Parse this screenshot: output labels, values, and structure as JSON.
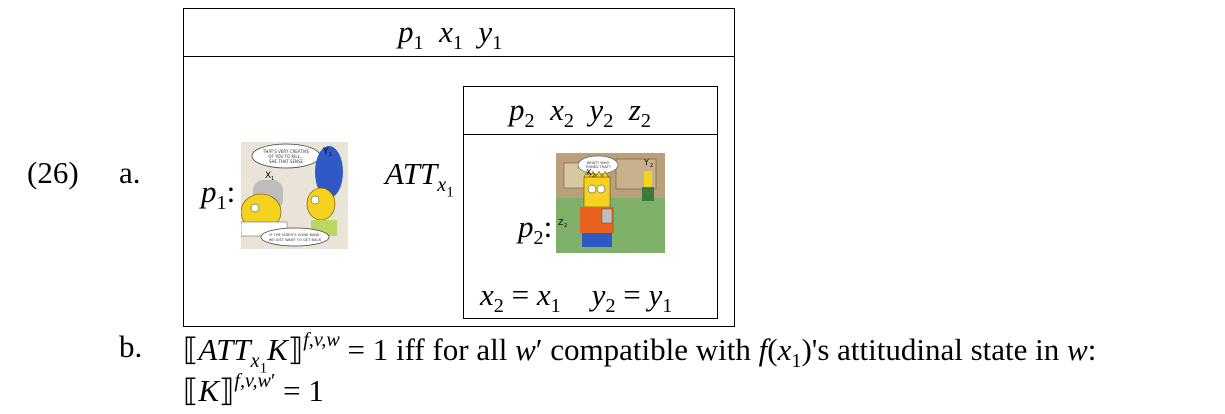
{
  "example_number": "(26)",
  "item_a_label": "a.",
  "item_b_label": "b.",
  "outer_box": {
    "header": [
      "p",
      "1",
      "x",
      "1",
      "y",
      "1"
    ],
    "picture_label": "p",
    "picture_label_sub": "1",
    "att_label": "ATT",
    "att_sub": "x",
    "att_sub_sub": "1"
  },
  "inner_box": {
    "header": [
      "p",
      "2",
      "x",
      "2",
      "y",
      "2",
      "z",
      "2"
    ],
    "picture_label": "p",
    "picture_label_sub": "2",
    "conditions": [
      "x",
      "2",
      "=",
      "x",
      "1",
      "y",
      "2",
      "=",
      "y",
      "1"
    ]
  },
  "comic1": {
    "speech_top": "THAT'S VERY CREATIVE OF YOU TO KILL KNOCKIN' SHE THAT SENSE...",
    "speech_bottom": "IF THE VIDEO'S GONE BADE, WE JUST WANT TO GET BACK ON THE...",
    "tag_x": "X",
    "tag_x_sub": "1",
    "tag_y": "Y",
    "tag_y_sub": "1"
  },
  "comic2": {
    "speech": "WHAT? WHO THINKS THAT?",
    "tag_x": "X",
    "tag_x_sub": "2",
    "tag_y": "Y",
    "tag_y_sub": "2",
    "tag_z": "Z",
    "tag_z_sub": "2"
  },
  "item_b": {
    "line1_pre": "ATT",
    "line1_text": "= 1 iff for all",
    "line1_text2": "compatible with",
    "line1_text3": "'s attitudinal state in",
    "line2": "= 1"
  },
  "colors": {
    "simpson_yellow": "#f4d21f",
    "marge_hair": "#2f59c4",
    "bart_shirt": "#e8611f",
    "grass": "#7fb069"
  }
}
